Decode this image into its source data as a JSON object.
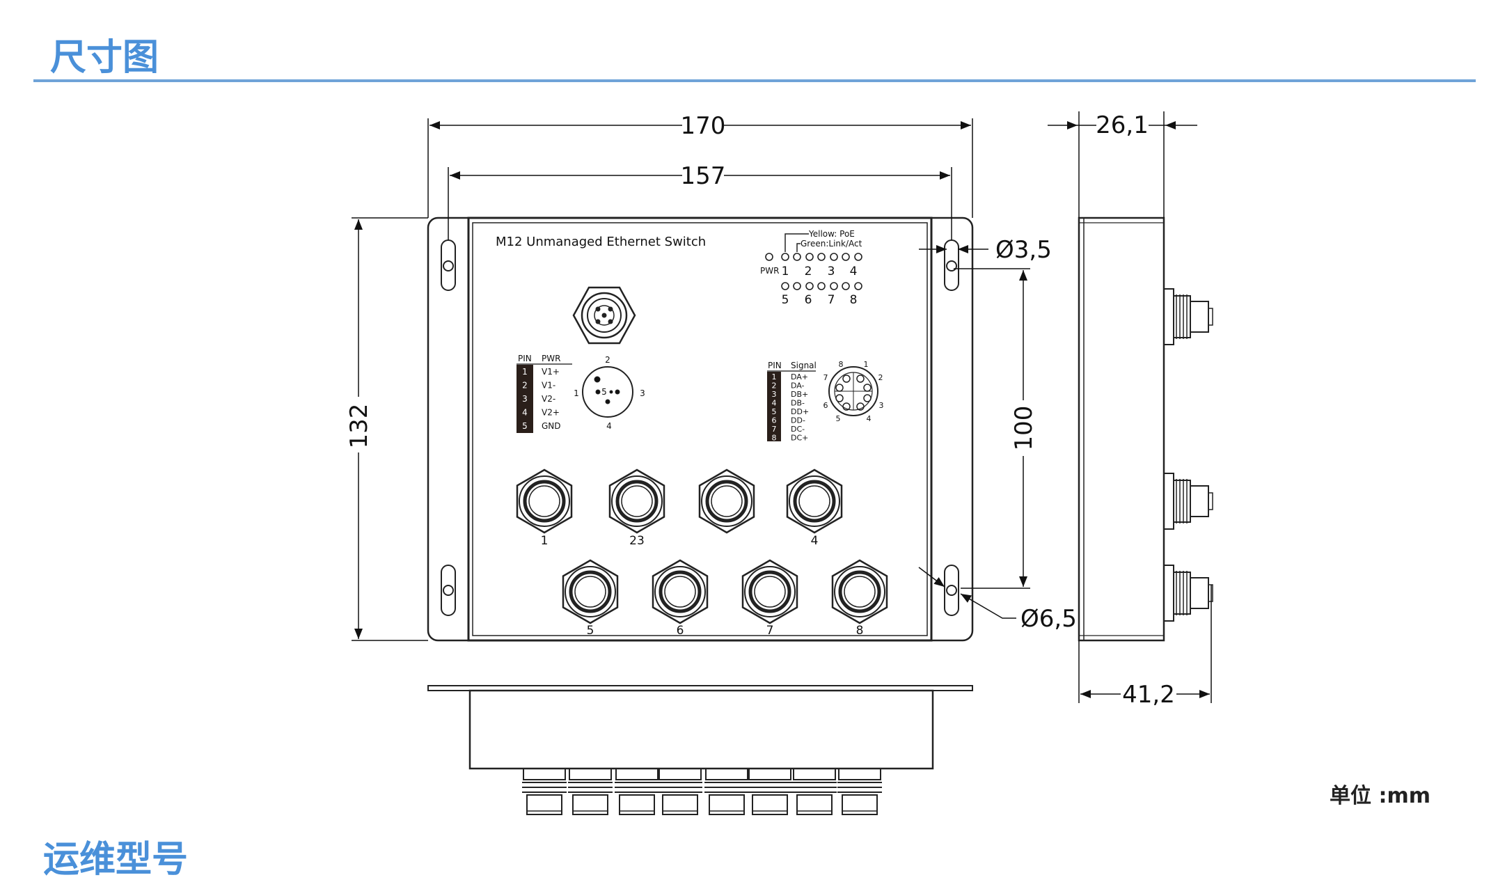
{
  "header": {
    "title": "尺寸图"
  },
  "unit_note": "单位 :mm",
  "next_section_title": "运维型号",
  "device": {
    "label": "M12 Unmanaged Ethernet Switch",
    "led_legend_1": "Yellow:  PoE",
    "led_legend_2": "Green:Link/Act",
    "pwr_label": "PWR",
    "led_top_numbers": [
      "1",
      "2",
      "3",
      "4"
    ],
    "led_bottom_numbers": [
      "5",
      "6",
      "7",
      "8"
    ],
    "power_connector_label": "2",
    "power_pins": {
      "left": "1",
      "right": "3",
      "bottom": "4",
      "center": "5"
    },
    "pwr_table": {
      "headers": [
        "PIN",
        "PWR"
      ],
      "rows": [
        [
          "1",
          "V1+"
        ],
        [
          "2",
          "V1-"
        ],
        [
          "3",
          "V2-"
        ],
        [
          "4",
          "V2+"
        ],
        [
          "5",
          "GND"
        ]
      ]
    },
    "signal_table": {
      "headers": [
        "PIN",
        "Signal"
      ],
      "rows": [
        [
          "1",
          "DA+"
        ],
        [
          "2",
          "DA-"
        ],
        [
          "3",
          "DB+"
        ],
        [
          "4",
          "DB-"
        ],
        [
          "5",
          "DD+"
        ],
        [
          "6",
          "DD-"
        ],
        [
          "7",
          "DC-"
        ],
        [
          "8",
          "DC+"
        ]
      ]
    },
    "m12_pin_labels": [
      "8",
      "1",
      "2",
      "3",
      "4",
      "5",
      "6",
      "7"
    ],
    "port_labels_row1": [
      "1",
      "23",
      "4"
    ],
    "port_labels_row2": [
      "5",
      "6",
      "7",
      "8"
    ]
  },
  "dimensions": {
    "overall_width": "170",
    "hole_spacing_width": "157",
    "height": "132",
    "hole_spacing_height": "100",
    "small_hole_dia": "Ø3,5",
    "large_hole_dia": "Ø6,5",
    "side_depth": "26,1",
    "side_depth_total": "41,2"
  }
}
